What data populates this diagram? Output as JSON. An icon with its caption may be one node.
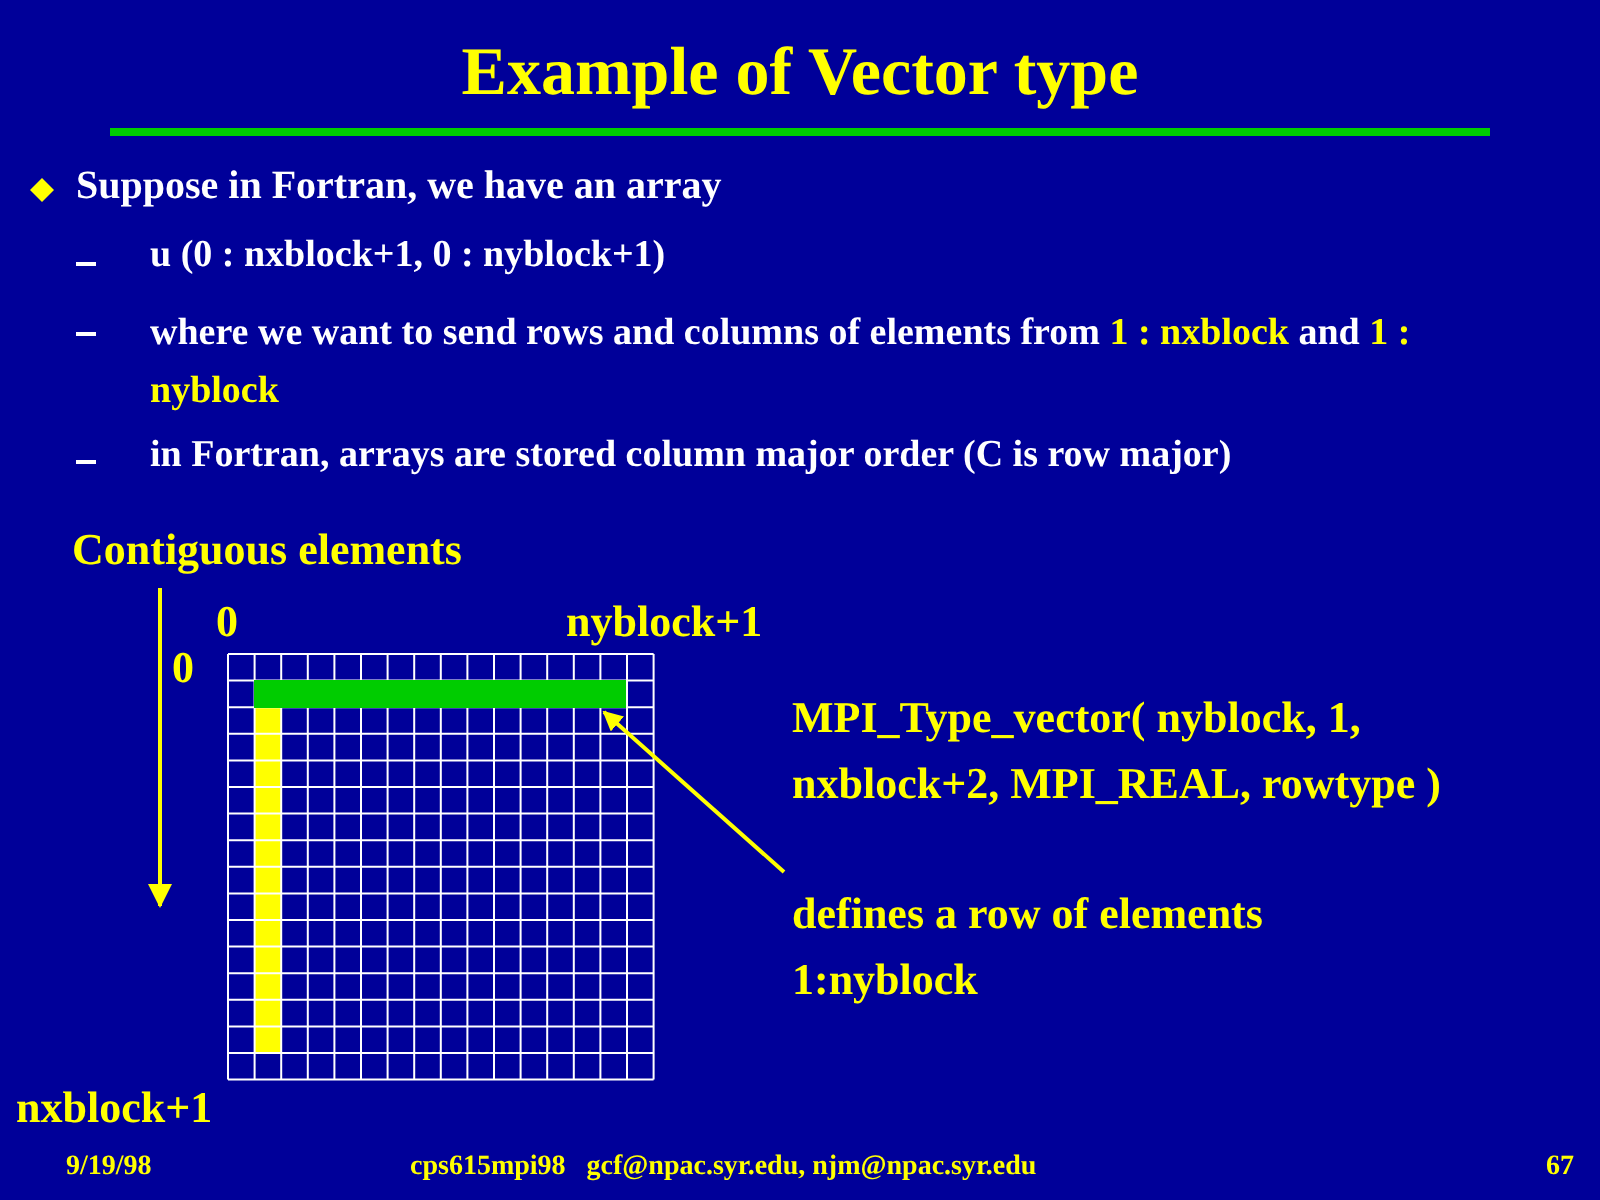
{
  "diagram": {
    "title": "Example of Vector type",
    "nodes": [
      {
        "text": [
          "defines a row of elements 1:nyblock"
        ]
      },
      {
        "text": [],
        "shape": "bar"
      }
    ],
    "edges": [
      {
        "from": 0,
        "to": 1,
        "arrow": "to"
      }
    ],
    "labels": [
      "Suppose in Fortran, we have an array",
      "u (0 : nxblock+1,  0 : nyblock+1)",
      "where we want to send rows and columns of elements from **1 : nxblock** and **1 : nyblock**",
      "in Fortran, arrays are stored column major order (C is row major)",
      "Contiguous elements",
      "0",
      "nyblock+1",
      "0",
      "MPI_Type_vector( nyblock, 1, nxblock+2, MPI_REAL, rowtype )",
      "nxblock+1",
      "9/19/98",
      "cps615mpi98   gcf@npac.syr.edu, njm@npac.syr.edu",
      "67"
    ]
  }
}
